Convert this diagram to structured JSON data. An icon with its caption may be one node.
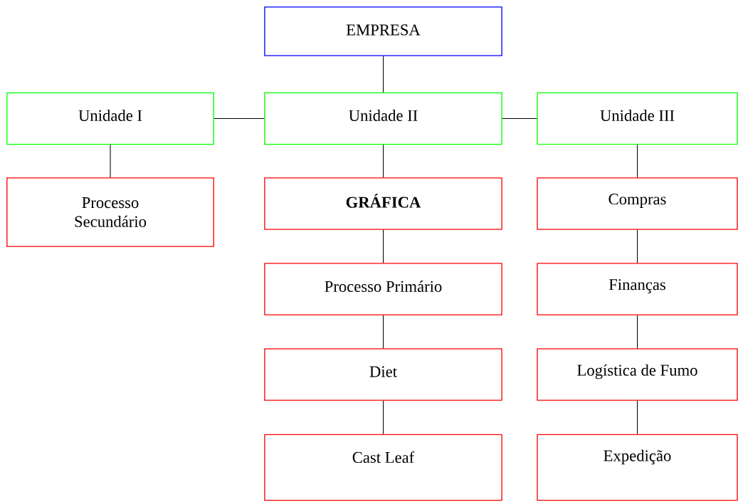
{
  "diagram": {
    "nodes": [
      {
        "text": [
          "EMPRESA"
        ]
      },
      {
        "text": [
          "Unidade I"
        ]
      },
      {
        "text": [
          "Unidade II"
        ]
      },
      {
        "text": [
          "Unidade III"
        ]
      },
      {
        "text": [
          "Processo Secundário"
        ]
      },
      {
        "text": [
          "GRÁFICA"
        ]
      },
      {
        "text": [
          "Compras"
        ]
      },
      {
        "text": [
          "Processo Primário"
        ]
      },
      {
        "text": [
          "Finanças"
        ]
      },
      {
        "text": [
          "Diet"
        ]
      },
      {
        "text": [
          "Logística de Fumo"
        ]
      },
      {
        "text": [
          "Cast Leaf"
        ]
      },
      {
        "text": [
          "Expedição"
        ]
      }
    ],
    "edges": [
      {
        "from": 0,
        "to": 2,
        "arrow": "none"
      },
      {
        "from": 1,
        "to": 2,
        "arrow": "none"
      },
      {
        "from": 2,
        "to": 3,
        "arrow": "none"
      },
      {
        "from": 1,
        "to": 4,
        "arrow": "none"
      },
      {
        "from": 2,
        "to": 5,
        "arrow": "none"
      },
      {
        "from": 5,
        "to": 7,
        "arrow": "none"
      },
      {
        "from": 7,
        "to": 9,
        "arrow": "none"
      },
      {
        "from": 9,
        "to": 11,
        "arrow": "none"
      },
      {
        "from": 3,
        "to": 6,
        "arrow": "none"
      },
      {
        "from": 6,
        "to": 8,
        "arrow": "none"
      },
      {
        "from": 8,
        "to": 10,
        "arrow": "none"
      },
      {
        "from": 10,
        "to": 12,
        "arrow": "none"
      }
    ]
  }
}
